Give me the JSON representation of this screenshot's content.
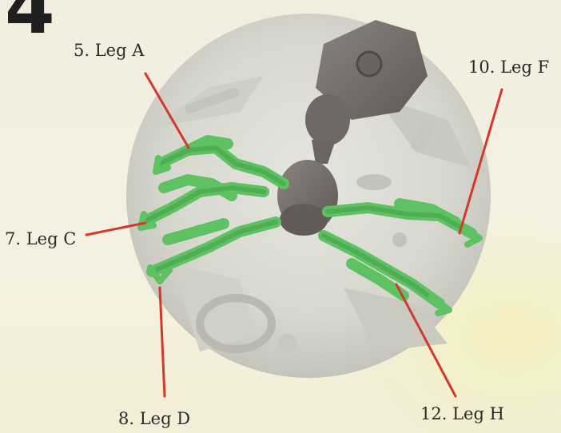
{
  "step": {
    "number": "4"
  },
  "callouts": {
    "leg_a": "5. Leg A",
    "leg_f": "10. Leg F",
    "leg_c": "7. Leg C",
    "leg_d": "8. Leg D",
    "leg_h": "12. Leg H"
  },
  "colors": {
    "background": "#f3efdb",
    "leader_line": "#d2392c",
    "highlight_parts": "#5ec263",
    "base": "#dcdcd4",
    "model_body": "#77706c"
  }
}
